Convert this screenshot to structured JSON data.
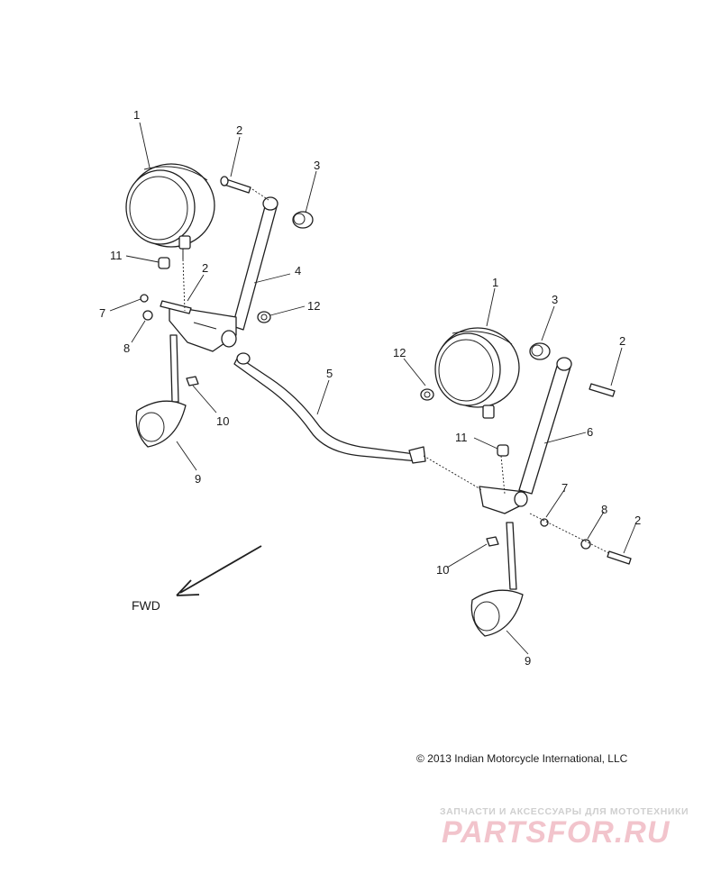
{
  "callouts": [
    {
      "id": "c1a",
      "text": "1"
    },
    {
      "id": "c2a",
      "text": "2"
    },
    {
      "id": "c3a",
      "text": "3"
    },
    {
      "id": "c11a",
      "text": "11"
    },
    {
      "id": "c2b",
      "text": "2"
    },
    {
      "id": "c4",
      "text": "4"
    },
    {
      "id": "c7a",
      "text": "7"
    },
    {
      "id": "c12a",
      "text": "12"
    },
    {
      "id": "c8a",
      "text": "8"
    },
    {
      "id": "c10a",
      "text": "10"
    },
    {
      "id": "c9a",
      "text": "9"
    },
    {
      "id": "c5",
      "text": "5"
    },
    {
      "id": "c1b",
      "text": "1"
    },
    {
      "id": "c3b",
      "text": "3"
    },
    {
      "id": "c2c",
      "text": "2"
    },
    {
      "id": "c12b",
      "text": "12"
    },
    {
      "id": "c11b",
      "text": "11"
    },
    {
      "id": "c6",
      "text": "6"
    },
    {
      "id": "c7b",
      "text": "7"
    },
    {
      "id": "c8b",
      "text": "8"
    },
    {
      "id": "c2d",
      "text": "2"
    },
    {
      "id": "c10b",
      "text": "10"
    },
    {
      "id": "c9b",
      "text": "9"
    }
  ],
  "direction_label": "FWD",
  "copyright": "© 2013 Indian Motorcycle International, LLC",
  "watermark": {
    "tagline": "ЗАПЧАСТИ И АКСЕССУАРЫ ДЛЯ МОТОТЕХНИКИ",
    "logo": "PARTSFOR.RU"
  }
}
